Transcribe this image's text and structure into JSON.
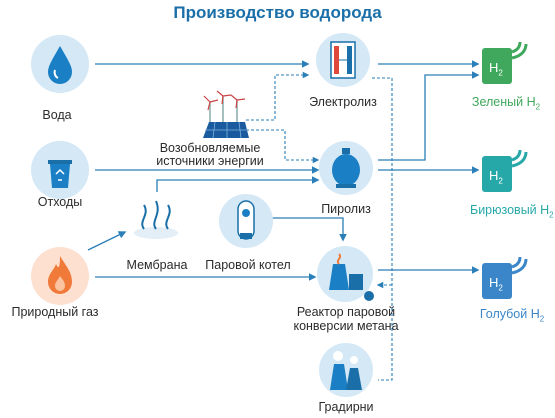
{
  "title": "Производство водорода",
  "sources": {
    "water": "Вода",
    "waste": "Отходы",
    "gas": "Природный газ"
  },
  "renewables": {
    "line1": "Возобновляемые",
    "line2": "источники энергии"
  },
  "processes": {
    "electrolysis": "Электролиз",
    "pyrolysis": "Пиролиз",
    "membrane": "Мембрана",
    "boiler": "Паровой котел",
    "reactor_line1": "Реактор паровой",
    "reactor_line2": "конверсии метана",
    "cooling": "Градирни"
  },
  "products": {
    "h2_symbol": "H",
    "h2_sub": "2",
    "green": "Зеленый H",
    "turquoise": "Бирюзовый H",
    "blue": "Голубой H",
    "sub": "2"
  },
  "colors": {
    "accent_blue": "#1a6fa8",
    "flow_line": "#2a7fb8",
    "green": "#3fa85c",
    "teal": "#27a8a8",
    "light_blue": "#3a86c8",
    "gas_orange": "#f07a3a"
  }
}
